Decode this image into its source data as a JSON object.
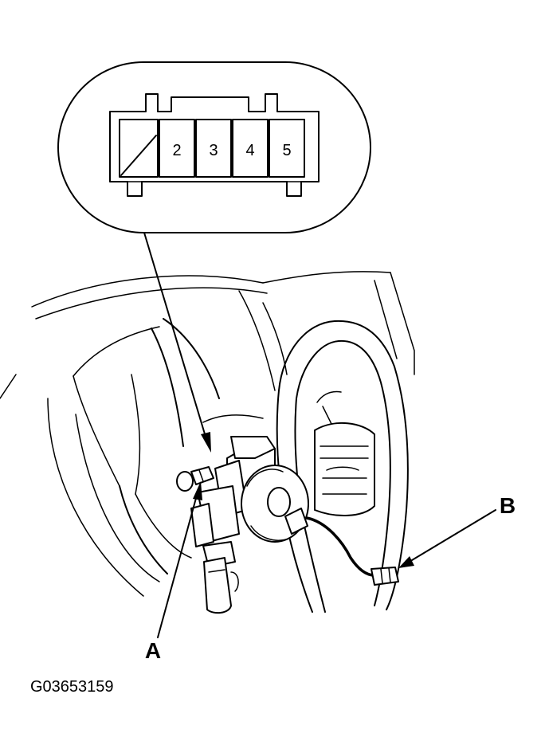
{
  "connector_inset": {
    "pin_labels": [
      "2",
      "3",
      "4",
      "5"
    ]
  },
  "callouts": {
    "a": "A",
    "b": "B"
  },
  "figure_id": "G03653159"
}
